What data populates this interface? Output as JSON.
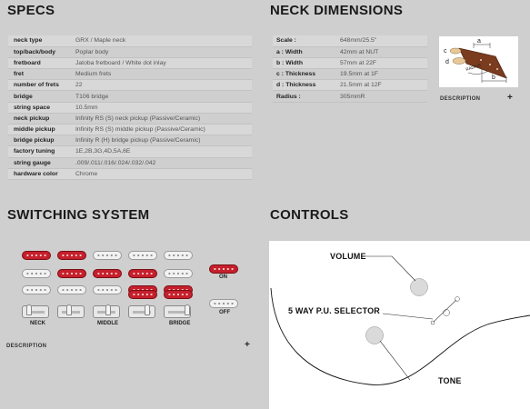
{
  "specs": {
    "title": "SPECS",
    "rows": [
      {
        "label": "neck type",
        "value": "GRX / Maple neck"
      },
      {
        "label": "top/back/body",
        "value": "Poplar body"
      },
      {
        "label": "fretboard",
        "value": "Jatoba fretboard / White dot inlay"
      },
      {
        "label": "fret",
        "value": "Medium frets"
      },
      {
        "label": "number of frets",
        "value": "22"
      },
      {
        "label": "bridge",
        "value": "T106 bridge"
      },
      {
        "label": "string space",
        "value": "10.5mm"
      },
      {
        "label": "neck pickup",
        "value": "Infinity RS (S) neck pickup (Passive/Ceramic)"
      },
      {
        "label": "middle pickup",
        "value": "Infinity RS (S) middle pickup (Passive/Ceramic)"
      },
      {
        "label": "bridge pickup",
        "value": "Infinity R (H) bridge pickup (Passive/Ceramic)"
      },
      {
        "label": "factory tuning",
        "value": "1E,2B,3G,4D,5A,6E"
      },
      {
        "label": "string gauge",
        "value": ".009/.011/.016/.024/.032/.042"
      },
      {
        "label": "hardware color",
        "value": "Chrome"
      }
    ]
  },
  "neck": {
    "title": "NECK DIMENSIONS",
    "rows": [
      {
        "label": "Scale :",
        "value": "648mm/25.5\""
      },
      {
        "label": "a : Width",
        "value": "42mm at NUT"
      },
      {
        "label": "b : Width",
        "value": "57mm at 22F"
      },
      {
        "label": "c : Thickness",
        "value": "19.5mm at 1F"
      },
      {
        "label": "d : Thickness",
        "value": "21.5mm at 12F"
      },
      {
        "label": "Radius :",
        "value": "305mmR"
      }
    ],
    "diagram": {
      "a": "a",
      "b": "b",
      "c": "c",
      "d": "d",
      "radius": "RADIUS"
    },
    "description": "DESCRIPTION"
  },
  "switching": {
    "title": "SWITCHING SYSTEM",
    "labels": {
      "neck": "NECK",
      "middle": "MIDDLE",
      "bridge": "BRIDGE",
      "on": "ON",
      "off": "OFF"
    },
    "description": "DESCRIPTION"
  },
  "controls": {
    "title": "CONTROLS",
    "volume": "VOLUME",
    "selector": "5 WAY P.U. SELECTOR",
    "tone": "TONE"
  },
  "colors": {
    "background": "#cfcfcf",
    "pickup_on": "#c6202c",
    "pickup_off": "#f2f2f2"
  }
}
